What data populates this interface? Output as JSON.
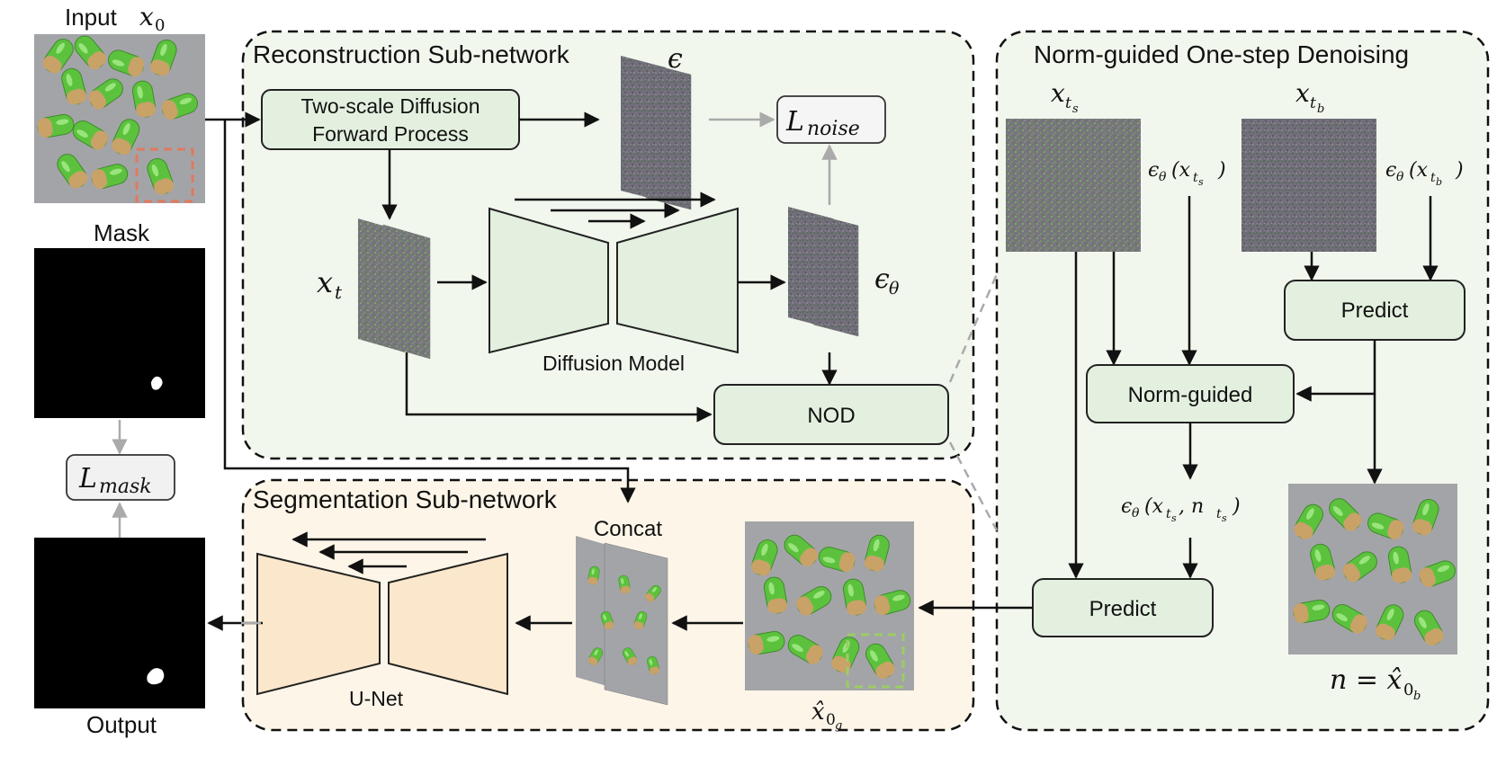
{
  "left": {
    "input_label": "Input",
    "input_var": "x",
    "input_sub": "0",
    "mask_label": "Mask",
    "loss_mask_main": "L",
    "loss_mask_sub": "mask",
    "output_label": "Output"
  },
  "reconstruction": {
    "title": "Reconstruction Sub-network",
    "forward_line1": "Two-scale Diffusion",
    "forward_line2": "Forward Process",
    "epsilon": "ϵ",
    "loss_noise_main": "L",
    "loss_noise_sub": "noise",
    "xt_var": "x",
    "xt_sub": "t",
    "diffusion_label": "Diffusion Model",
    "eps_theta": "ϵ",
    "eps_theta_sub": "θ",
    "nod_label": "NOD"
  },
  "segmentation": {
    "title": "Segmentation Sub-network",
    "concat_label": "Concat",
    "unet_label": "U-Net",
    "xhat_var": "x̂",
    "xhat_sub": "0",
    "xhat_subsub": "g"
  },
  "denoising": {
    "title": "Norm-guided One-step Denoising",
    "xts_var": "x",
    "xts_sub": "t",
    "xts_subsub": "s",
    "xtb_var": "x",
    "xtb_sub": "t",
    "xtb_subsub": "b",
    "eps_xts": "ϵ",
    "eps_xts_theta": "θ",
    "eps_xts_arg": "(x",
    "eps_xts_arg_sub": "t",
    "eps_xts_arg_subsub": "s",
    "eps_xts_close": ")",
    "eps_xtb": "ϵ",
    "eps_xtb_theta": "θ",
    "eps_xtb_arg": "(x",
    "eps_xtb_arg_sub": "t",
    "eps_xtb_arg_subsub": "b",
    "eps_xtb_close": ")",
    "predict_right": "Predict",
    "norm_guided": "Norm-guided",
    "eps_guided": "ϵ",
    "eps_guided_theta": "θ",
    "eps_guided_arg": "(x",
    "eps_guided_arg_sub": "t",
    "eps_guided_arg_subsub": "s",
    "eps_guided_mid": ", n",
    "eps_guided_n_sub": "t",
    "eps_guided_n_subsub": "s",
    "eps_guided_close": ")",
    "predict_bottom": "Predict",
    "n_eq": "n = x̂",
    "n_eq_sub": "0",
    "n_eq_subsub": "b"
  },
  "colors": {
    "green_panel": "#f2f7ee",
    "orange_panel": "#fdf6e8",
    "green_box": "#e3f0df",
    "orange_shape": "#fbe8cc",
    "highlight_red": "#e07a5f",
    "highlight_green": "#9ccc65"
  }
}
